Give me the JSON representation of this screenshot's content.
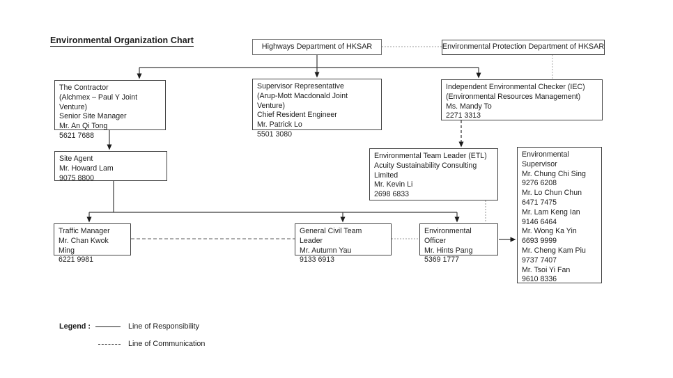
{
  "title": "Environmental Organization Chart",
  "colors": {
    "background": "#ffffff",
    "text": "#1c1c1c",
    "box_border": "#404040",
    "responsibility_line": "#2e2e2e",
    "communication_line": "#8c8c8c"
  },
  "nodes": {
    "highways": {
      "lines": [
        "Highways Department of HKSAR"
      ]
    },
    "epd": {
      "lines": [
        "Environmental Protection Department of HKSAR"
      ]
    },
    "contractor": {
      "lines": [
        "The Contractor",
        "(Alchmex – Paul Y Joint Venture)",
        "Senior Site Manager",
        "Mr. An Qi Tong",
        "5621 7688"
      ]
    },
    "supervisor_rep": {
      "lines": [
        "Supervisor Representative",
        "(Arup-Mott Macdonald Joint Venture)",
        "Chief Resident Engineer",
        "Mr. Patrick Lo",
        "5501 3080"
      ]
    },
    "iec": {
      "lines": [
        "Independent Environmental Checker (IEC)",
        "(Environmental Resources Management)",
        "Ms. Mandy To",
        "2271 3313"
      ]
    },
    "site_agent": {
      "lines": [
        "Site Agent",
        "Mr. Howard Lam",
        "9075 8800"
      ]
    },
    "etl": {
      "lines": [
        "Environmental Team Leader (ETL)",
        "Acuity Sustainability Consulting",
        "Limited",
        "Mr. Kevin Li",
        "2698 6833"
      ]
    },
    "env_supervisor": {
      "lines": [
        "Environmental",
        "Supervisor",
        "Mr. Chung Chi Sing",
        "9276 6208",
        "Mr. Lo Chun Chun",
        "6471 7475",
        "Mr. Lam Keng Ian",
        "9146 6464",
        "Mr. Wong Ka Yin",
        "6693 9999",
        "Mr. Cheng Kam Piu",
        "9737 7407",
        "Mr. Tsoi Yi Fan",
        "9610 8336"
      ]
    },
    "traffic_manager": {
      "lines": [
        "Traffic Manager",
        "Mr. Chan Kwok Ming",
        "6221 9981"
      ]
    },
    "general_civil_team_leader": {
      "lines": [
        "General Civil Team Leader",
        "Mr. Autumn Yau",
        "9133 6913"
      ]
    },
    "env_officer": {
      "lines": [
        "Environmental Officer",
        "Mr. Hints Pang",
        "5369 1777"
      ]
    }
  },
  "legend": {
    "label": "Legend :",
    "items": [
      {
        "style": "solid",
        "label": "Line of Responsibility"
      },
      {
        "style": "dashed",
        "label": "Line of Communication"
      }
    ]
  }
}
